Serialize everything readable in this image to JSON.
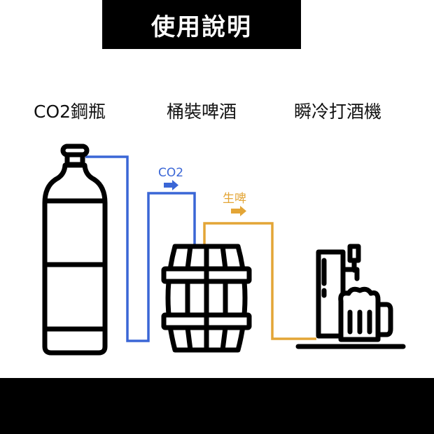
{
  "header": {
    "title": "使用說明"
  },
  "components": {
    "cylinder": "CO2鋼瓶",
    "keg": "桶裝啤酒",
    "machine": "瞬冷打酒機"
  },
  "flows": {
    "gas_label": "CO2",
    "beer_label": "生啤"
  },
  "colors": {
    "gas_line": "#3a66d6",
    "beer_line": "#e3a536",
    "ink": "#000000"
  }
}
